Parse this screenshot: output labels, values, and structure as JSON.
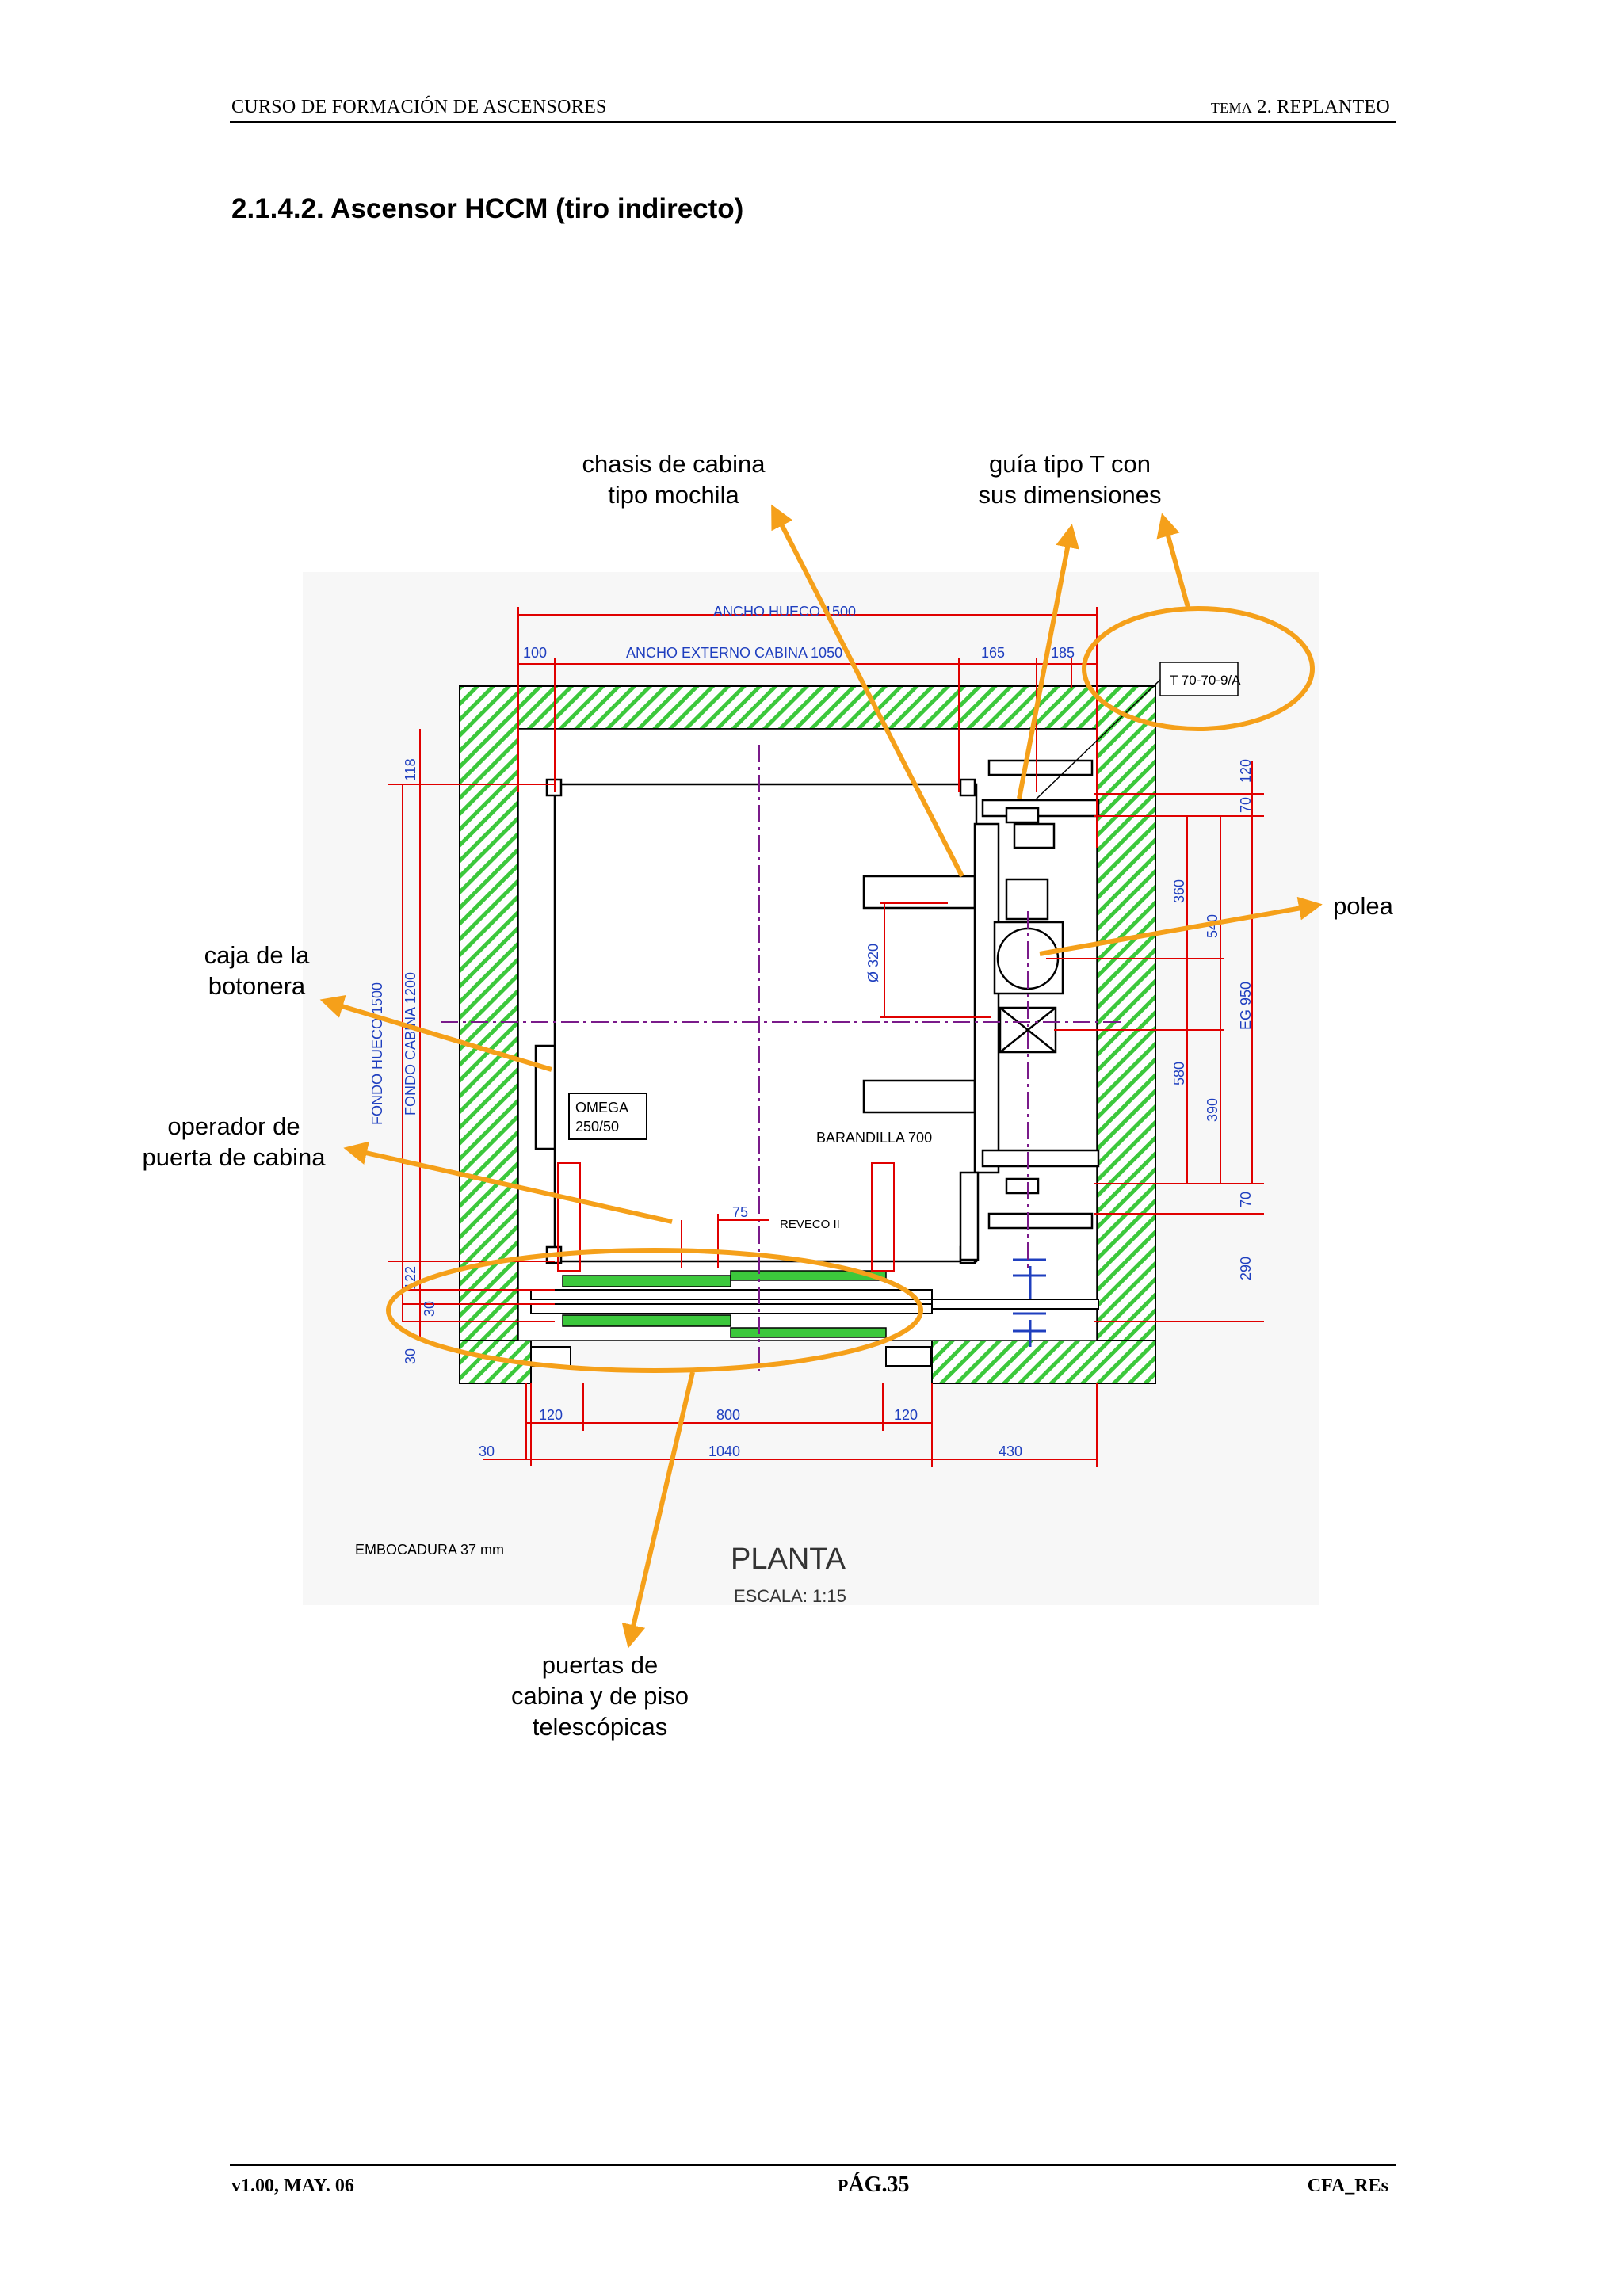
{
  "header": {
    "left": "CURSO DE FORMACIÓN DE ASCENSORES",
    "right_small": "TEMA",
    "right": "2. REPLANTEO"
  },
  "section_title": "2.1.4.2. Ascensor HCCM (tiro indirecto)",
  "callouts": {
    "chasis": "chasis de cabina\ntipo mochila",
    "guia": "guía tipo T con\nsus dimensiones",
    "polea": "polea",
    "botonera": "caja de la\nbotonera",
    "operador": "operador de\npuerta de cabina",
    "puertas": "puertas de\ncabina y de piso\ntelescópicas"
  },
  "drawing": {
    "ancho_hueco": "ANCHO HUECO  1500",
    "ancho_externo": "ANCHO EXTERNO CABINA 1050",
    "dim_100": "100",
    "dim_165": "165",
    "dim_185": "185",
    "guide_tag": "T 70-70-9/A",
    "fondo_hueco": "FONDO HUECO  1500",
    "fondo_cabina": "FONDO CABINA  1200",
    "dim_118": "118",
    "dim_122": "122",
    "dim_30_left_a": "30",
    "dim_30_left_b": "30",
    "dim_120_right": "120",
    "dim_70_top": "70",
    "dim_360": "360",
    "dim_540": "540",
    "eg": "EG 950",
    "dim_580": "580",
    "dim_390": "390",
    "dim_70_bottom": "70",
    "dim_290": "290",
    "diam_320": "Ø 320",
    "omega": "OMEGA\n250/50",
    "barandilla": "BARANDILLA 700",
    "dim_75": "75",
    "reveco": "REVECO II",
    "dim_120_a": "120",
    "dim_800": "800",
    "dim_120_b": "120",
    "dim_30_bottom": "30",
    "dim_1040": "1040",
    "dim_430": "430",
    "embocadura": "EMBOCADURA 37 mm",
    "planta": "PLANTA",
    "escala": "ESCALA: 1:15"
  },
  "footer": {
    "left": "v1.00, MAY. 06",
    "center_small": "P",
    "center": "ÁG.35",
    "right": "CFA_REs"
  },
  "colors": {
    "dimension_red": "#e00000",
    "dimension_text_blue": "#1f3fbf",
    "wall_hatch_green": "#3cc83c",
    "callout_orange": "#f5a01a",
    "axis_purple": "#7a1a8a"
  }
}
